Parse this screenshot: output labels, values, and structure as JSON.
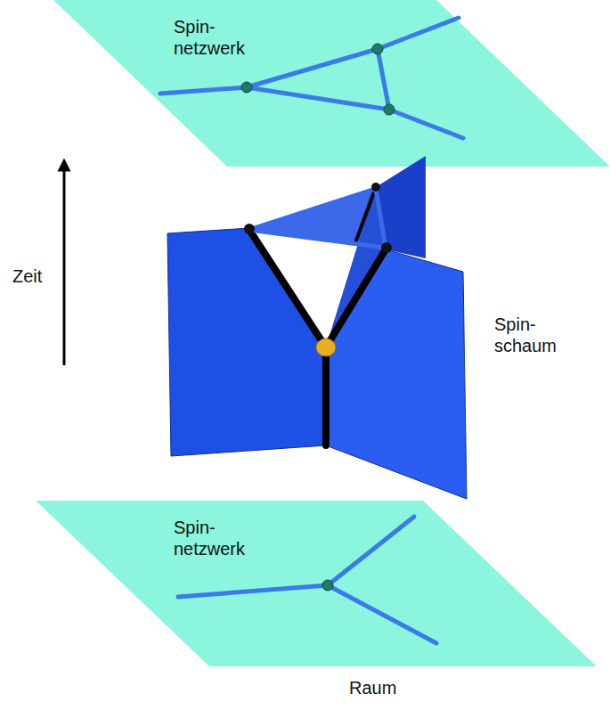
{
  "diagram": {
    "nodes": [
      {
        "text": [
          "Spin- netzwerk"
        ]
      },
      {
        "text": [
          "Spin- netzwerk"
        ]
      }
    ],
    "labels": [
      "Spin- schaum",
      "Zeit",
      "Raum"
    ]
  }
}
